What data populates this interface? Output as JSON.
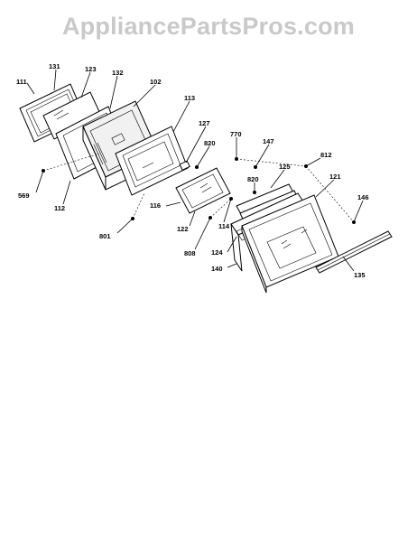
{
  "watermark": "AppliancePartsPros.com",
  "callouts": {
    "c111": "111",
    "c131": "131",
    "c123": "123",
    "c132": "132",
    "c102": "102",
    "c113": "113",
    "c127": "127",
    "c820a": "820",
    "c770": "770",
    "c147": "147",
    "c812": "812",
    "c125": "125",
    "c121": "121",
    "c820b": "820",
    "c146": "146",
    "c569": "569",
    "c112": "112",
    "c116": "116",
    "c122": "122",
    "c114": "114",
    "c801": "801",
    "c808": "808",
    "c124": "124",
    "c140": "140",
    "c135": "135"
  }
}
